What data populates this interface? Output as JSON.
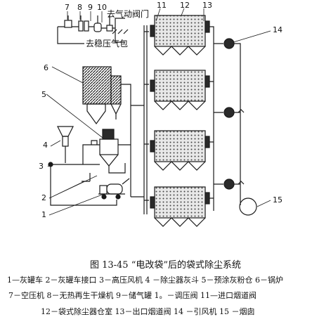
{
  "diagram": {
    "callouts": [
      "1",
      "2",
      "3",
      "4",
      "5",
      "6",
      "7",
      "8",
      "9",
      "10",
      "11",
      "12",
      "13",
      "14",
      "15"
    ],
    "labels": {
      "to_pneumatic_valve": "去气动阀门",
      "to_stabilizer": "去稳压气包"
    }
  },
  "caption": {
    "title": "图 13-45 “电改袋”后的袋式除尘系统",
    "legend_lines": [
      "1—灰罐车 2－灰罐车接口 3－高压风机 4 －除尘器灰斗 5－预涂灰粉仓 6－锅炉",
      "7－空压机 8－无热再生干燥机 9－储气罐 1。－调压阀 11—进口烟道阀",
      "12－袋式除尘器仓室 13－出口烟道阀 14 －引风机 15 －烟囱"
    ]
  },
  "colors": {
    "line": "#1a1a1a",
    "fill_dark": "#2a2a2a",
    "background": "#ffffff"
  }
}
